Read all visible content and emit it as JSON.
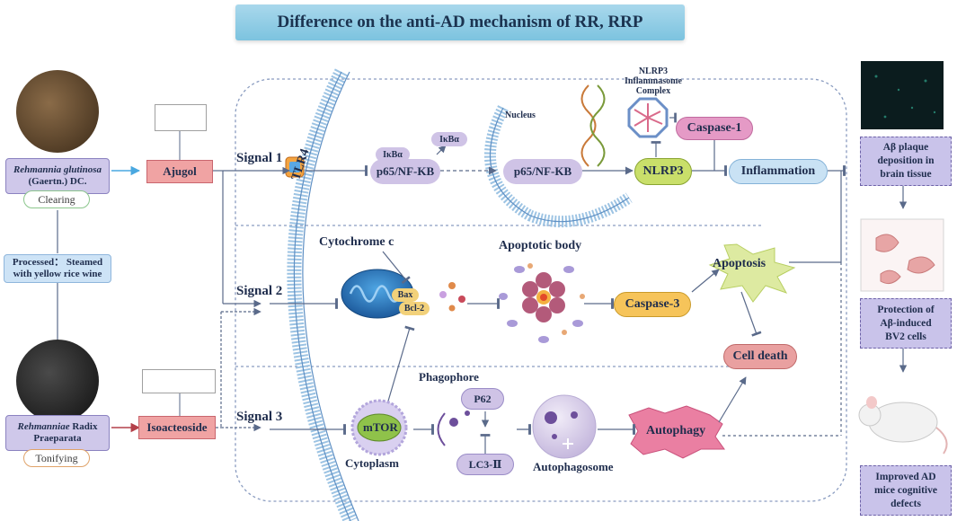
{
  "title": "Difference on the anti-AD mechanism of RR, RRP",
  "herbs": {
    "rr": {
      "name_italic": "Rehmannia glutinosa",
      "name_rest": "(Gaertn.) DC.",
      "tag": "Clearing"
    },
    "process": {
      "line1": "Processed： Steamed",
      "line2": "with yellow rice wine"
    },
    "rrp": {
      "name_italic": "Rehmanniae",
      "name_rest1": " Radix",
      "name_rest2": "Praeparata",
      "tag": "Tonifying"
    }
  },
  "compounds": {
    "ajugol": "Ajugol",
    "isoacteoside": "Isoacteoside"
  },
  "signals": {
    "s1": "Signal 1",
    "s2": "Signal 2",
    "s3": "Signal 3"
  },
  "nodes": {
    "tlr4": "TLR4",
    "ikba": "IκBα",
    "p65_a": "p65/NF-KB",
    "p65_b": "p65/NF-KB",
    "nucleus": "Nucleus",
    "nlrp3_complex_1": "NLRP3",
    "nlrp3_complex_2": "Inflammasome",
    "nlrp3_complex_3": "Complex",
    "caspase1": "Caspase-1",
    "nlrp3": "NLRP3",
    "inflammation": "Inflammation",
    "cytochrome": "Cytochrome c",
    "bax": "Bax",
    "bcl2": "Bcl-2",
    "apoptotic_body": "Apoptotic body",
    "caspase3": "Caspase-3",
    "apoptosis": "Apoptosis",
    "cell_death": "Cell death",
    "phagophore": "Phagophore",
    "p62": "P62",
    "lc3": "LC3-Ⅱ",
    "mtor": "mTOR",
    "cytoplasm": "Cytoplasm",
    "autophagosome": "Autophagosome",
    "autophagy": "Autophagy"
  },
  "outcomes": {
    "o1": [
      "Aβ plaque",
      "deposition in",
      "brain tissue"
    ],
    "o2": [
      "Protection of",
      "Aβ-induced",
      "BV2 cells"
    ],
    "o3": [
      "Improved AD",
      "mice cognitive",
      "defects"
    ]
  },
  "colors": {
    "title_bg": "#8ecae6",
    "herb_box": "#cfc8ea",
    "compound_box": "#f0a3a3",
    "purple_pill": "#cfc3e6",
    "green_pill": "#c9df6a",
    "orange_pill": "#f6c45a",
    "pink_pill": "#e59ac6",
    "blue_pill": "#c9e2f4",
    "arrow_blue": "#4aa8e0",
    "arrow_red": "#b3404a",
    "line": "#5a6a8a"
  }
}
